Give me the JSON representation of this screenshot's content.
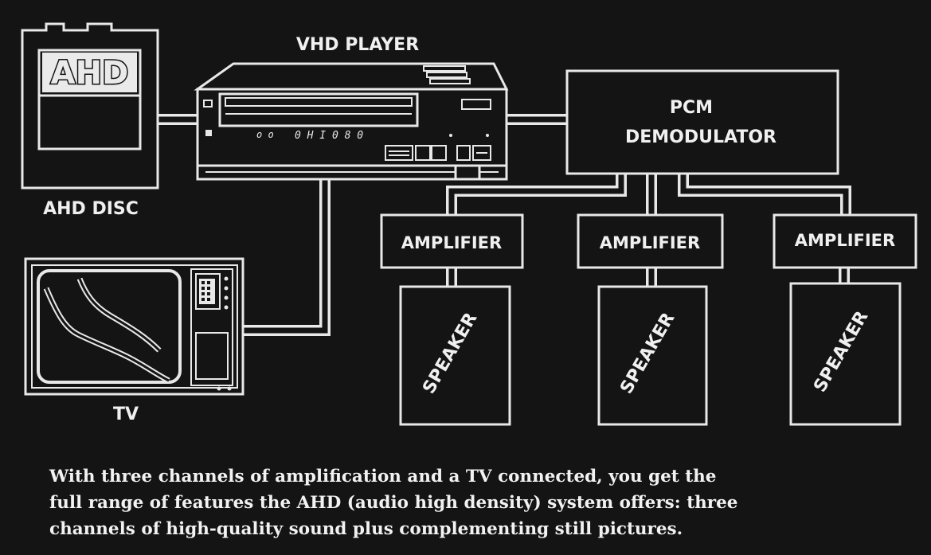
{
  "labels": {
    "disc_logo": "AHD",
    "disc": "AHD DISC",
    "player": "VHD PLAYER",
    "player_display": "0 H I 0 8 0",
    "demod_line1": "PCM",
    "demod_line2": "DEMODULATOR",
    "tv": "TV",
    "amplifier": "AMPLIFIER",
    "speaker": "SPEAKER"
  },
  "amplifiers": [
    {
      "label": "AMPLIFIER"
    },
    {
      "label": "AMPLIFIER"
    },
    {
      "label": "AMPLIFIER"
    }
  ],
  "speakers": [
    {
      "label": "SPEAKER"
    },
    {
      "label": "SPEAKER"
    },
    {
      "label": "SPEAKER"
    }
  ],
  "caption": {
    "line1": "With three channels of amplification and a TV connected, you get the",
    "line2": "full range of features the AHD (audio high density) system offers: three",
    "line3": "channels of high-quality sound plus complementing still pictures."
  }
}
